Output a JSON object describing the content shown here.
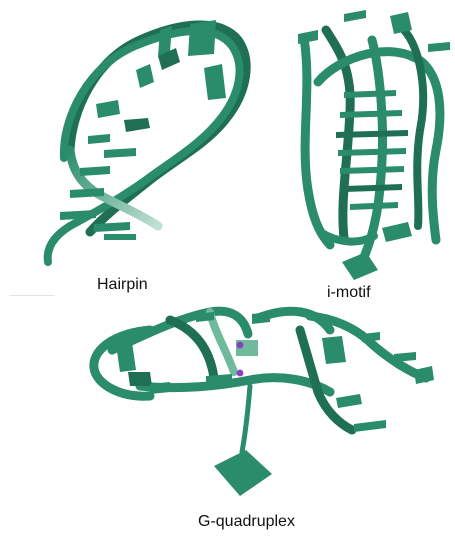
{
  "labels": {
    "hairpin": "Hairpin",
    "imotif": "i-motif",
    "gquadruplex": "G-quadruplex"
  },
  "colors": {
    "ribbon": "#2a8c6b",
    "ribbon_dark": "#1f6f55",
    "ribbon_light": "#6fb99c",
    "ion": "#8a3fc2"
  },
  "structures": [
    "hairpin",
    "i-motif",
    "g-quadruplex"
  ],
  "ions_shown": 2
}
